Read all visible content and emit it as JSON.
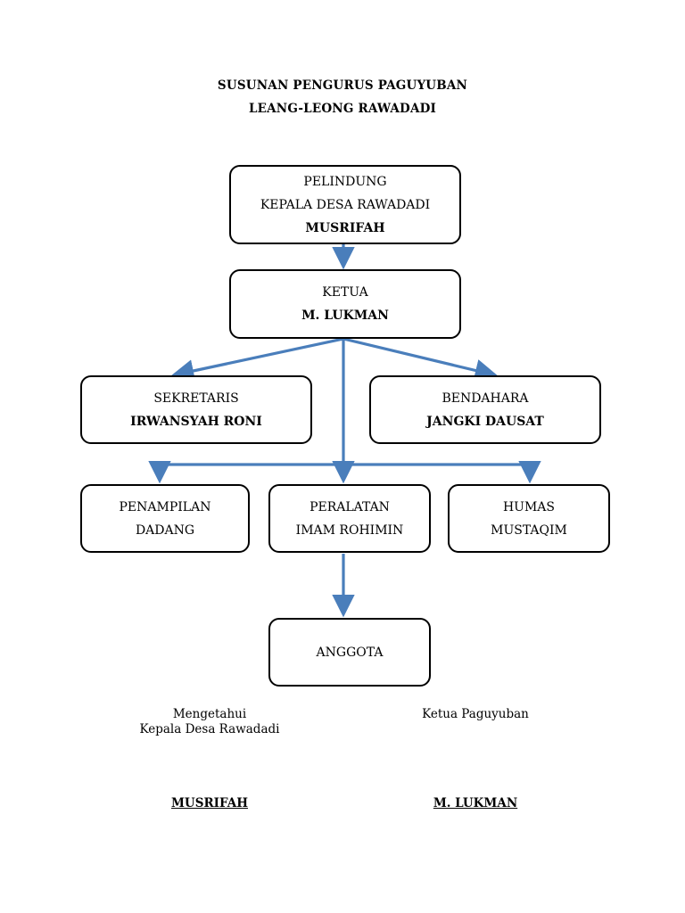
{
  "title": {
    "line1": "SUSUNAN PENGURUS PAGUYUBAN",
    "line2": "LEANG-LEONG RAWADADI"
  },
  "boxes": {
    "pelindung": {
      "role": "PELINDUNG",
      "position": "KEPALA DESA RAWADADI",
      "name": "MUSRIFAH"
    },
    "ketua": {
      "role": "KETUA",
      "name": "M. LUKMAN"
    },
    "sekretaris": {
      "role": "SEKRETARIS",
      "name": "IRWANSYAH RONI"
    },
    "bendahara": {
      "role": "BENDAHARA",
      "name": "JANGKI DAUSAT"
    },
    "penampilan": {
      "role": "PENAMPILAN",
      "name": "DADANG"
    },
    "peralatan": {
      "role": "PERALATAN",
      "name": "IMAM ROHIMIN"
    },
    "humas": {
      "role": "HUMAS",
      "name": "MUSTAQIM"
    },
    "anggota": {
      "role": "ANGGOTA"
    }
  },
  "signatures": {
    "left": {
      "line1": "Mengetahui",
      "line2": "Kepala Desa Rawadadi",
      "name": "MUSRIFAH"
    },
    "right": {
      "line1": "Ketua Paguyuban",
      "name": "M. LUKMAN"
    }
  },
  "colors": {
    "connector": "#4a7ebb",
    "box_border": "#000000"
  }
}
